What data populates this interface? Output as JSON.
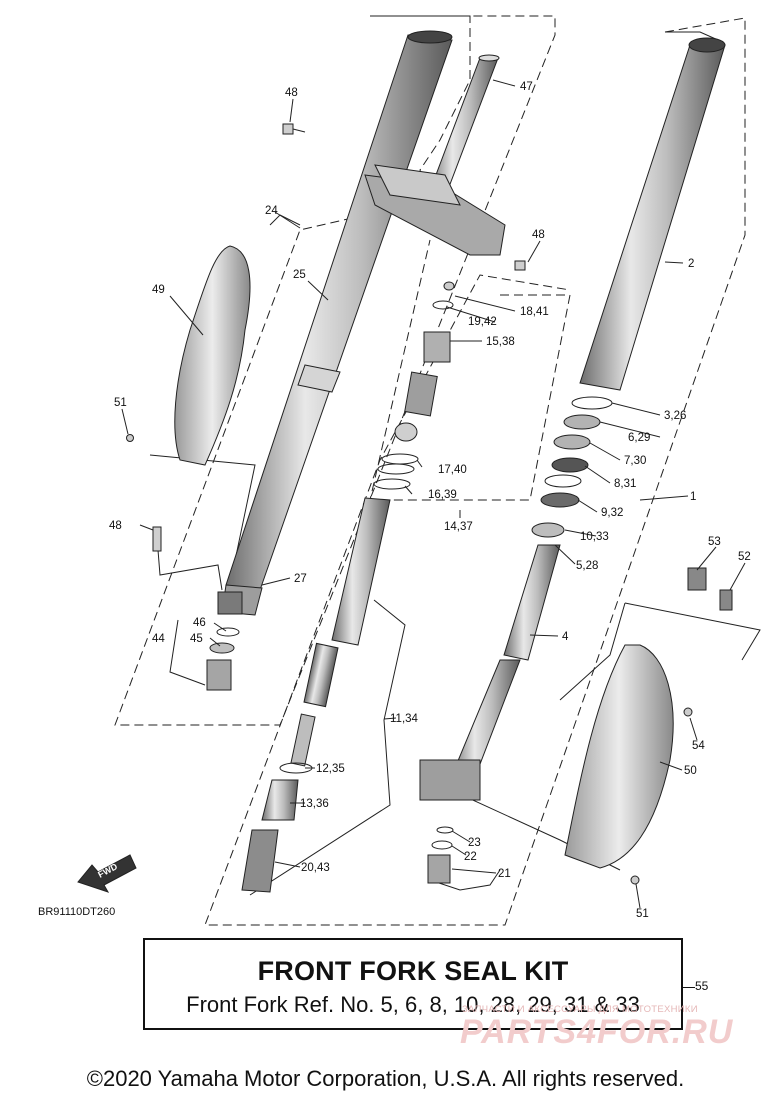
{
  "kit": {
    "title": "FRONT FORK SEAL KIT",
    "subtitle": "Front Fork Ref. No. 5, 6, 8, 10, 28, 29, 31 & 33",
    "number": "55"
  },
  "copyright": "©2020 Yamaha Motor Corporation, U.S.A. All rights reserved.",
  "diagram_ref": "BR91110DT260",
  "fwd_label": "FWD",
  "watermark": {
    "small": "ЗАПЧАСТИ И АКСЕССУАРЫ ДЛЯ МОТОТЕХНИКИ",
    "big": "PARTS4FOR.RU"
  },
  "callouts": [
    "48",
    "47",
    "48",
    "24",
    "2",
    "49",
    "25",
    "18,41",
    "19,42",
    "15,38",
    "51",
    "3,26",
    "6,29",
    "7,30",
    "17,40",
    "8,31",
    "16,39",
    "1",
    "9,32",
    "14,37",
    "48",
    "10,33",
    "53",
    "52",
    "5,28",
    "27",
    "46",
    "44",
    "45",
    "4",
    "11,34",
    "54",
    "12,35",
    "50",
    "13,36",
    "23",
    "22",
    "20,43",
    "21",
    "51"
  ]
}
